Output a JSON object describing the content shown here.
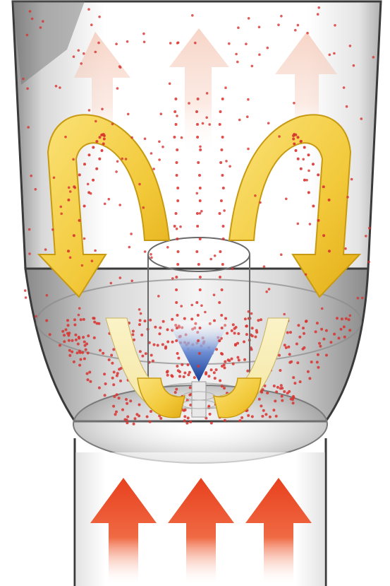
{
  "diagram": {
    "kind": "fluidized-bed-granulator",
    "colors": {
      "vessel_outline": "#3a3a3a",
      "vessel_shade": "#9a9a9a",
      "airflow_in": "#e8401e",
      "airflow_out": "#f3c2ae",
      "circulation_arrow": "#f2cf3c",
      "circulation_arrow_edge": "#c79a12",
      "particles": "#d8322f",
      "spray": "#1e4fa8"
    },
    "icons": [
      "inlet-airflow-arrow-icon",
      "outlet-airflow-arrow-icon",
      "circulation-arrow-icon",
      "spray-nozzle-icon"
    ],
    "inlet_arrows": 3,
    "outlet_arrows": 3,
    "circulation_arrows": 4
  }
}
